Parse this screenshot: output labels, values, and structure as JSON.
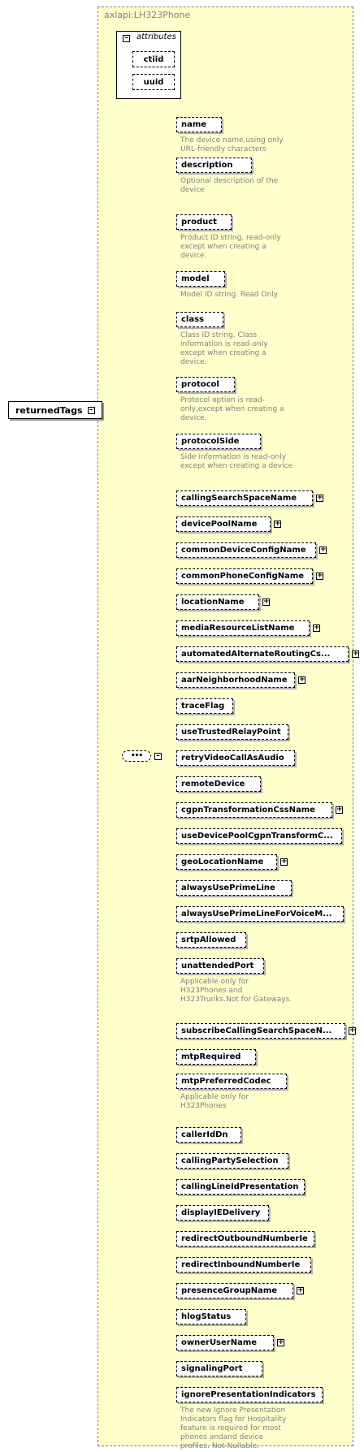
{
  "complex_type_title": "axlapi:LH323Phone",
  "attributes": {
    "heading": "attributes",
    "items": [
      "ctiid",
      "uuid"
    ]
  },
  "root_element": {
    "name": "returnedTags"
  },
  "sequence_symbol": "•••",
  "collapse_symbol": "–",
  "expand_symbol": "+",
  "elements": [
    {
      "name": "name",
      "doc": "The device name,using only URL-friendly characters",
      "expandable": false
    },
    {
      "name": "description",
      "doc": "Optional description of the device",
      "expandable": false
    },
    {
      "name": "product",
      "doc": "Product ID string. read-only except when creating a device.",
      "expandable": false
    },
    {
      "name": "model",
      "doc": "Model ID string. Read Only",
      "expandable": false
    },
    {
      "name": "class",
      "doc": "Class ID string. Class information is read-only except when creating a device.",
      "expandable": false
    },
    {
      "name": "protocol",
      "doc": "Protocol option is read-only,except when creating a device.",
      "expandable": false
    },
    {
      "name": "protocolSide",
      "doc": "Side information is read-only except when creating a device",
      "expandable": false
    },
    {
      "name": "callingSearchSpaceName",
      "doc": "",
      "expandable": true
    },
    {
      "name": "devicePoolName",
      "doc": "",
      "expandable": true
    },
    {
      "name": "commonDeviceConfigName",
      "doc": "",
      "expandable": true
    },
    {
      "name": "commonPhoneConfigName",
      "doc": "",
      "expandable": true
    },
    {
      "name": "locationName",
      "doc": "",
      "expandable": true
    },
    {
      "name": "mediaResourceListName",
      "doc": "",
      "expandable": true
    },
    {
      "name": "automatedAlternateRoutingCs...",
      "doc": "",
      "expandable": true
    },
    {
      "name": "aarNeighborhoodName",
      "doc": "",
      "expandable": true
    },
    {
      "name": "traceFlag",
      "doc": "",
      "expandable": false
    },
    {
      "name": "useTrustedRelayPoint",
      "doc": "",
      "expandable": false
    },
    {
      "name": "retryVideoCallAsAudio",
      "doc": "",
      "expandable": false
    },
    {
      "name": "remoteDevice",
      "doc": "",
      "expandable": false
    },
    {
      "name": "cgpnTransformationCssName",
      "doc": "",
      "expandable": true
    },
    {
      "name": "useDevicePoolCgpnTransformC...",
      "doc": "",
      "expandable": false
    },
    {
      "name": "geoLocationName",
      "doc": "",
      "expandable": true
    },
    {
      "name": "alwaysUsePrimeLine",
      "doc": "",
      "expandable": false
    },
    {
      "name": "alwaysUsePrimeLineForVoiceM...",
      "doc": "",
      "expandable": false
    },
    {
      "name": "srtpAllowed",
      "doc": "",
      "expandable": false
    },
    {
      "name": "unattendedPort",
      "doc": "Applicable only for H323Phones and H323Trunks.Not for Gateways.",
      "expandable": false
    },
    {
      "name": "subscribeCallingSearchSpaceN...",
      "doc": "",
      "expandable": true
    },
    {
      "name": "mtpRequired",
      "doc": "",
      "expandable": false
    },
    {
      "name": "mtpPreferredCodec",
      "doc": "Applicable only for H323Phones",
      "expandable": false
    },
    {
      "name": "callerIdDn",
      "doc": "",
      "expandable": false
    },
    {
      "name": "callingPartySelection",
      "doc": "",
      "expandable": false
    },
    {
      "name": "callingLineIdPresentation",
      "doc": "",
      "expandable": false
    },
    {
      "name": "displayIEDelivery",
      "doc": "",
      "expandable": false
    },
    {
      "name": "redirectOutboundNumberIe",
      "doc": "",
      "expandable": false
    },
    {
      "name": "redirectInboundNumberIe",
      "doc": "",
      "expandable": false
    },
    {
      "name": "presenceGroupName",
      "doc": "",
      "expandable": true
    },
    {
      "name": "hlogStatus",
      "doc": "",
      "expandable": false
    },
    {
      "name": "ownerUserName",
      "doc": "",
      "expandable": true
    },
    {
      "name": "signalingPort",
      "doc": "",
      "expandable": false
    },
    {
      "name": "ignorePresentationIndicators",
      "doc": "The new Ignore Presentation Indicators flag for Hospitality feature is required for most phones andand device profiles. Not Nullable.",
      "expandable": false
    }
  ]
}
